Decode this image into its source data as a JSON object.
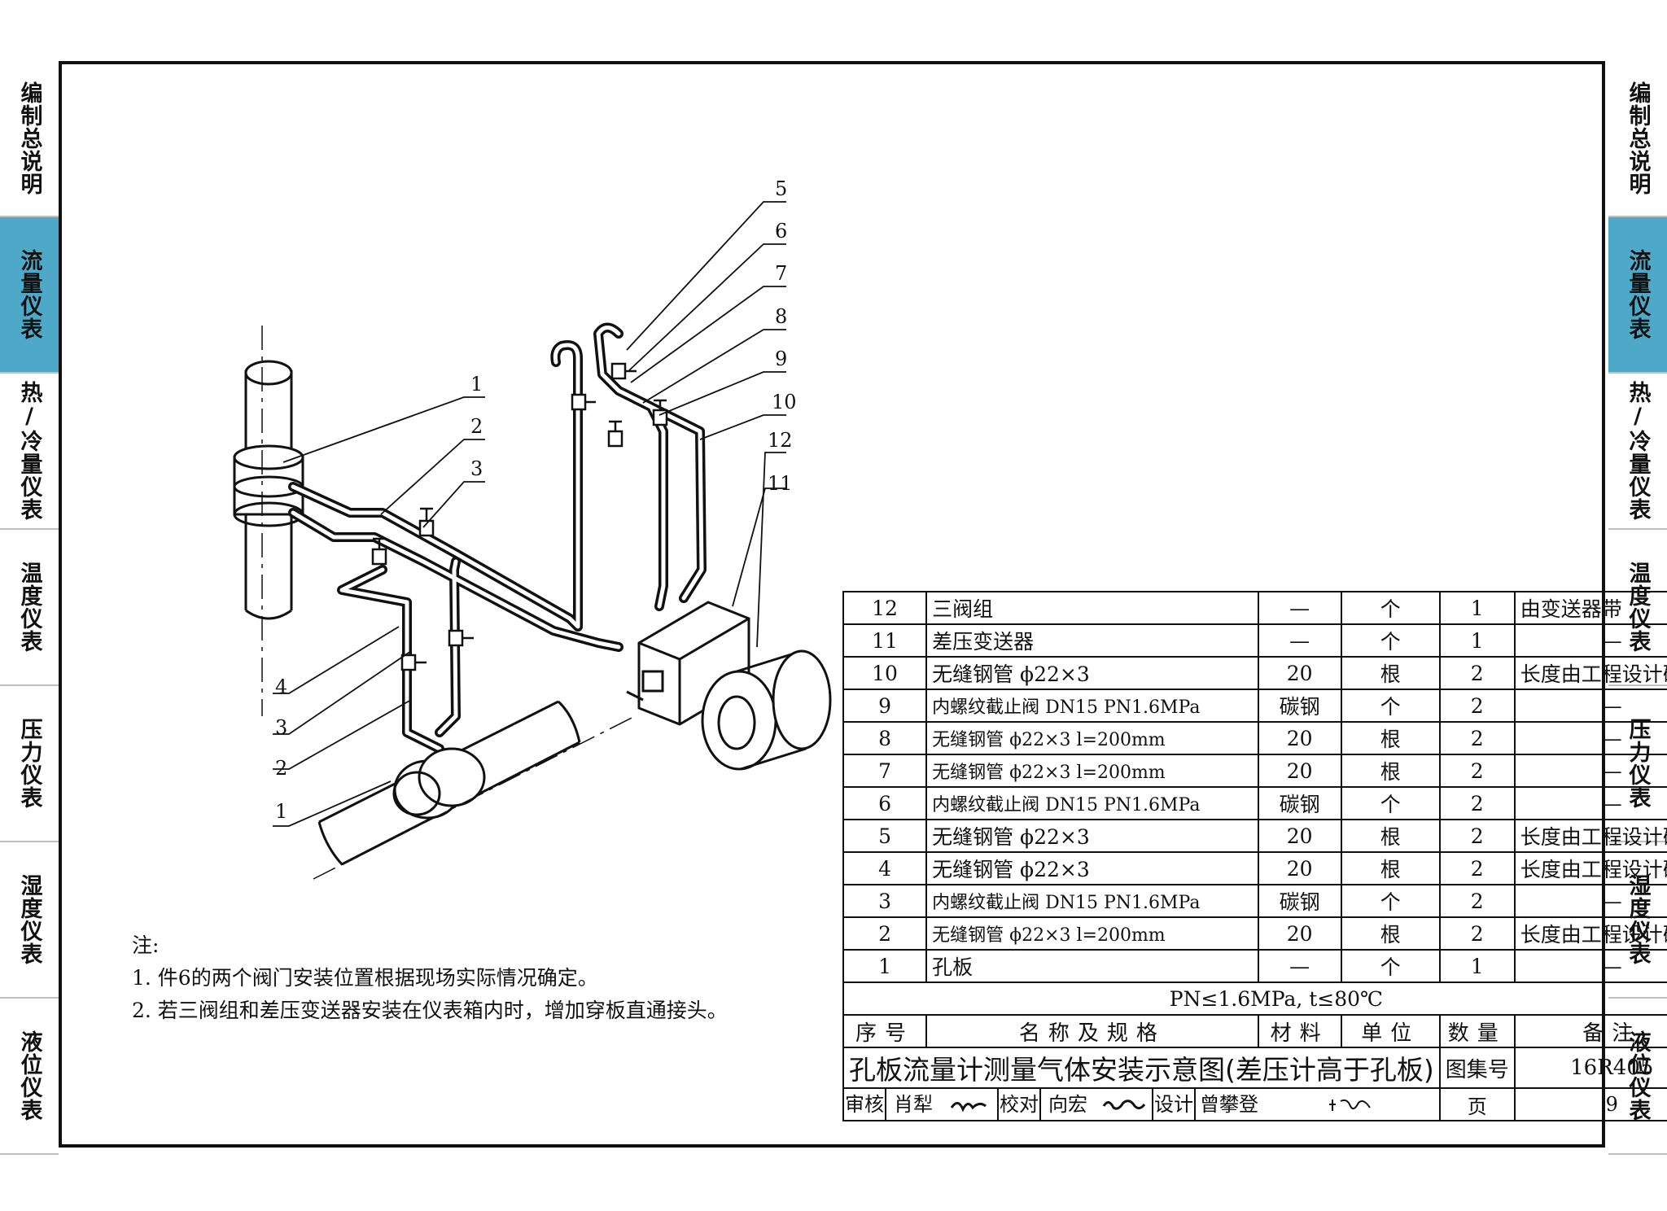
{
  "side_tabs": [
    "编制总说明",
    "流量仪表",
    "热/冷量仪表",
    "温度仪表",
    "压力仪表",
    "湿度仪表",
    "液位仪表"
  ],
  "active_tab": "流量仪表",
  "callouts": [
    "1",
    "2",
    "3",
    "4",
    "5",
    "6",
    "7",
    "8",
    "9",
    "10",
    "11",
    "12"
  ],
  "notes": {
    "title": "注:",
    "items": [
      "1. 件6的两个阀门安装位置根据现场实际情况确定。",
      "2. 若三阀组和差压变送器安装在仪表箱内时，增加穿板直通接头。"
    ]
  },
  "bom": {
    "rows": [
      {
        "no": "12",
        "name": "三阀组",
        "material": "—",
        "unit": "个",
        "qty": "1",
        "remark": "由变送器带"
      },
      {
        "no": "11",
        "name": "差压变送器",
        "material": "—",
        "unit": "个",
        "qty": "1",
        "remark": "—"
      },
      {
        "no": "10",
        "name": "无缝钢管  ϕ22×3",
        "material": "20",
        "unit": "根",
        "qty": "2",
        "remark": "长度由工程设计确定"
      },
      {
        "no": "9",
        "name": "内螺纹截止阀 DN15 PN1.6MPa",
        "material": "碳钢",
        "unit": "个",
        "qty": "2",
        "remark": "—"
      },
      {
        "no": "8",
        "name": "无缝钢管  ϕ22×3 l=200mm",
        "material": "20",
        "unit": "根",
        "qty": "2",
        "remark": "—"
      },
      {
        "no": "7",
        "name": "无缝钢管  ϕ22×3 l=200mm",
        "material": "20",
        "unit": "根",
        "qty": "2",
        "remark": "—"
      },
      {
        "no": "6",
        "name": "内螺纹截止阀 DN15 PN1.6MPa",
        "material": "碳钢",
        "unit": "个",
        "qty": "2",
        "remark": "—"
      },
      {
        "no": "5",
        "name": "无缝钢管  ϕ22×3",
        "material": "20",
        "unit": "根",
        "qty": "2",
        "remark": "长度由工程设计确定"
      },
      {
        "no": "4",
        "name": "无缝钢管  ϕ22×3",
        "material": "20",
        "unit": "根",
        "qty": "2",
        "remark": "长度由工程设计确定"
      },
      {
        "no": "3",
        "name": "内螺纹截止阀 DN15 PN1.6MPa",
        "material": "碳钢",
        "unit": "个",
        "qty": "2",
        "remark": "—"
      },
      {
        "no": "2",
        "name": "无缝钢管  ϕ22×3 l=200mm",
        "material": "20",
        "unit": "根",
        "qty": "2",
        "remark": "长度由工程设计确定"
      },
      {
        "no": "1",
        "name": "孔板",
        "material": "—",
        "unit": "个",
        "qty": "1",
        "remark": "—"
      }
    ],
    "condition": "PN≤1.6MPa, t≤80℃",
    "header": {
      "no": "序号",
      "name": "名称及规格",
      "material": "材料",
      "unit": "单位",
      "qty": "数量",
      "remark": "备注"
    }
  },
  "title_block": {
    "title": "孔板流量计测量气体安装示意图(差压计高于孔板)",
    "atlas_label": "图集号",
    "atlas_no": "16R405",
    "review_label": "审核",
    "reviewer": "肖犁",
    "check_label": "校对",
    "checker": "向宏",
    "design_label": "设计",
    "designer": "曾攀登",
    "page_label": "页",
    "page_no": "9"
  }
}
